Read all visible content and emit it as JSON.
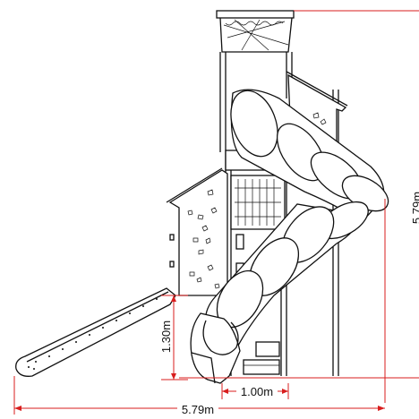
{
  "diagram": {
    "colors": {
      "line": "#111111",
      "dimension": "#d81e1e",
      "background": "#ffffff"
    },
    "dimensions": {
      "overall_width": "5.79m",
      "platform_height": "1.30m",
      "tower_width": "1.00m",
      "overall_height": "5.79m"
    }
  }
}
